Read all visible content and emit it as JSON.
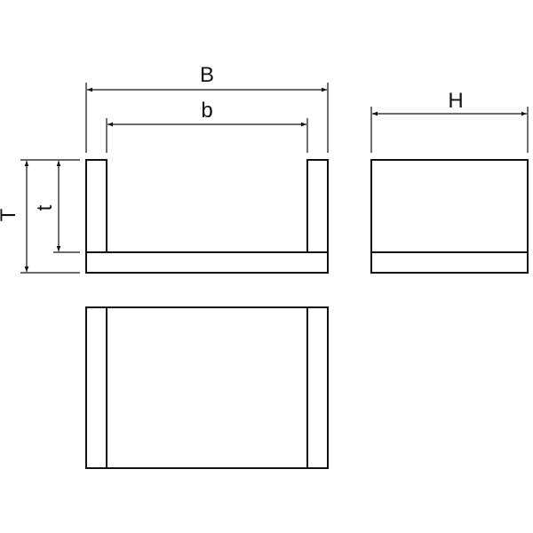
{
  "labels": {
    "B": "B",
    "b": "b",
    "H": "H",
    "T": "T",
    "t": "t"
  },
  "colors": {
    "stroke": "#111111",
    "background": "#ffffff"
  }
}
